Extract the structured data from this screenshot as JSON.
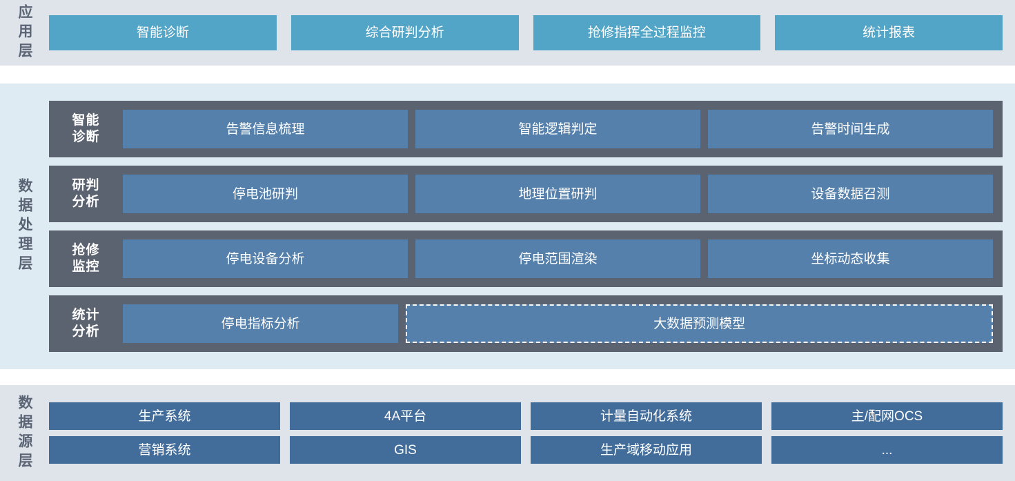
{
  "colors": {
    "app_card": "#52a5c6",
    "proc_band": "#5b6270",
    "proc_card": "#5580ab",
    "source_card": "#426d9b",
    "app_bg": "#dfe4eb",
    "proc_bg": "#deebf2",
    "source_bg": "#dfe4eb",
    "label_text": "#5a6474",
    "card_text": "#ffffff"
  },
  "application_layer": {
    "label": "应用层",
    "cards": [
      {
        "label": "智能诊断"
      },
      {
        "label": "综合研判分析"
      },
      {
        "label": "抢修指挥全过程监控"
      },
      {
        "label": "统计报表"
      }
    ]
  },
  "processing_layer": {
    "label": "数据处理层",
    "rows": [
      {
        "row_label_line1": "智能",
        "row_label_line2": "诊断",
        "cards": [
          {
            "label": "告警信息梳理",
            "style": "solid"
          },
          {
            "label": "智能逻辑判定",
            "style": "solid"
          },
          {
            "label": "告警时间生成",
            "style": "solid"
          }
        ]
      },
      {
        "row_label_line1": "研判",
        "row_label_line2": "分析",
        "cards": [
          {
            "label": "停电池研判",
            "style": "solid"
          },
          {
            "label": "地理位置研判",
            "style": "solid"
          },
          {
            "label": "设备数据召测",
            "style": "solid"
          }
        ]
      },
      {
        "row_label_line1": "抢修",
        "row_label_line2": "监控",
        "cards": [
          {
            "label": "停电设备分析",
            "style": "solid"
          },
          {
            "label": "停电范围渲染",
            "style": "solid"
          },
          {
            "label": "坐标动态收集",
            "style": "solid"
          }
        ]
      },
      {
        "row_label_line1": "统计",
        "row_label_line2": "分析",
        "cards": [
          {
            "label": "停电指标分析",
            "style": "solid"
          },
          {
            "label": "大数据预测模型",
            "style": "dashed"
          }
        ]
      }
    ]
  },
  "source_layer": {
    "label": "数据源层",
    "rows": [
      [
        {
          "label": "生产系统"
        },
        {
          "label": "4A平台"
        },
        {
          "label": "计量自动化系统"
        },
        {
          "label": "主/配网OCS"
        }
      ],
      [
        {
          "label": "营销系统"
        },
        {
          "label": "GIS"
        },
        {
          "label": "生产域移动应用"
        },
        {
          "label": "..."
        }
      ]
    ]
  }
}
